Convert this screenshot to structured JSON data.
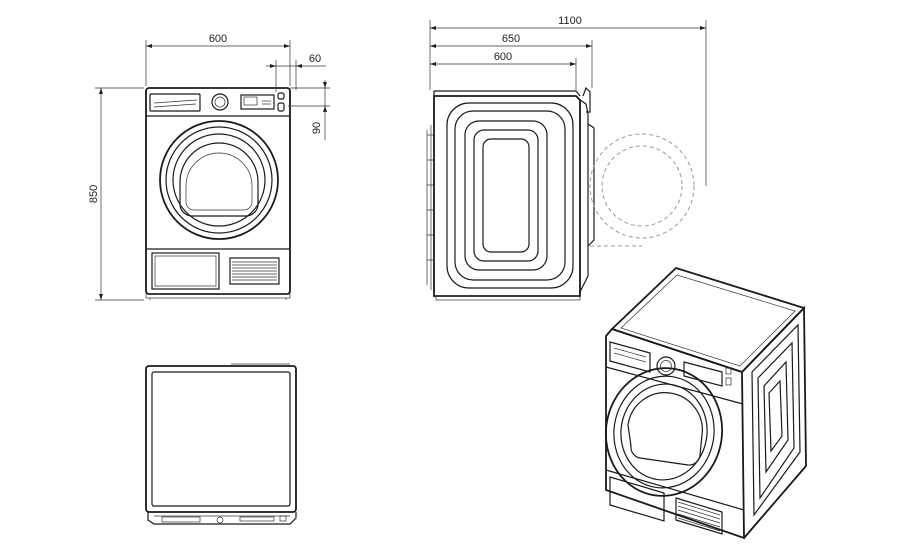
{
  "front_view": {
    "width_label": "600",
    "height_label": "850",
    "panel_offset_label": "60",
    "panel_height_label": "90"
  },
  "side_view": {
    "depth_open_label": "1100",
    "depth_total_label": "650",
    "depth_body_label": "600"
  },
  "top_view": {},
  "iso_view": {}
}
